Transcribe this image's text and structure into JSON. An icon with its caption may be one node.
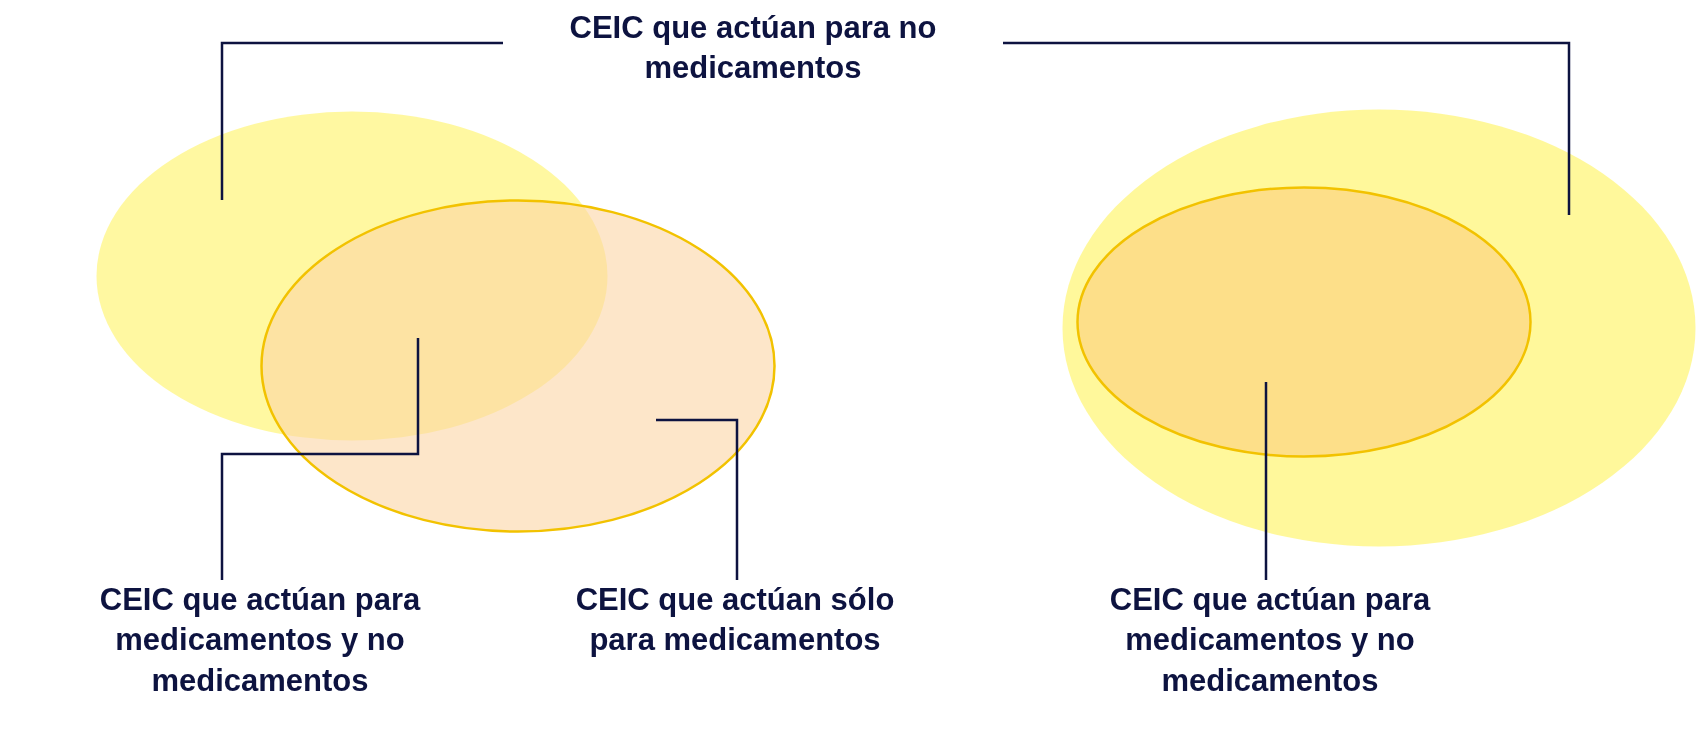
{
  "diagram": {
    "nodes": [
      {
        "text": [
          "CEIC que actúan para no medicamentos"
        ]
      },
      {
        "text": [],
        "shape": "ellipse"
      },
      {
        "text": [],
        "shape": "ellipse"
      },
      {
        "text": [],
        "shape": "ellipse"
      },
      {
        "text": [],
        "shape": "ellipse",
        "in": 3
      },
      {
        "text": [
          "CEIC que actúan para medicamentos y no medicamentos"
        ]
      },
      {
        "text": [
          "CEIC que actúan sólo para medicamentos"
        ]
      },
      {
        "text": [
          "CEIC que actúan para medicamentos y no medicamentos"
        ]
      }
    ],
    "edges": [
      {
        "from": 0,
        "to": 1,
        "arrow": "none"
      },
      {
        "from": 0,
        "to": 3,
        "arrow": "none"
      },
      {
        "from": 5,
        "to": 1,
        "arrow": "none"
      },
      {
        "from": 6,
        "to": 2,
        "arrow": "none"
      },
      {
        "from": 7,
        "to": 4,
        "arrow": "none"
      }
    ]
  }
}
